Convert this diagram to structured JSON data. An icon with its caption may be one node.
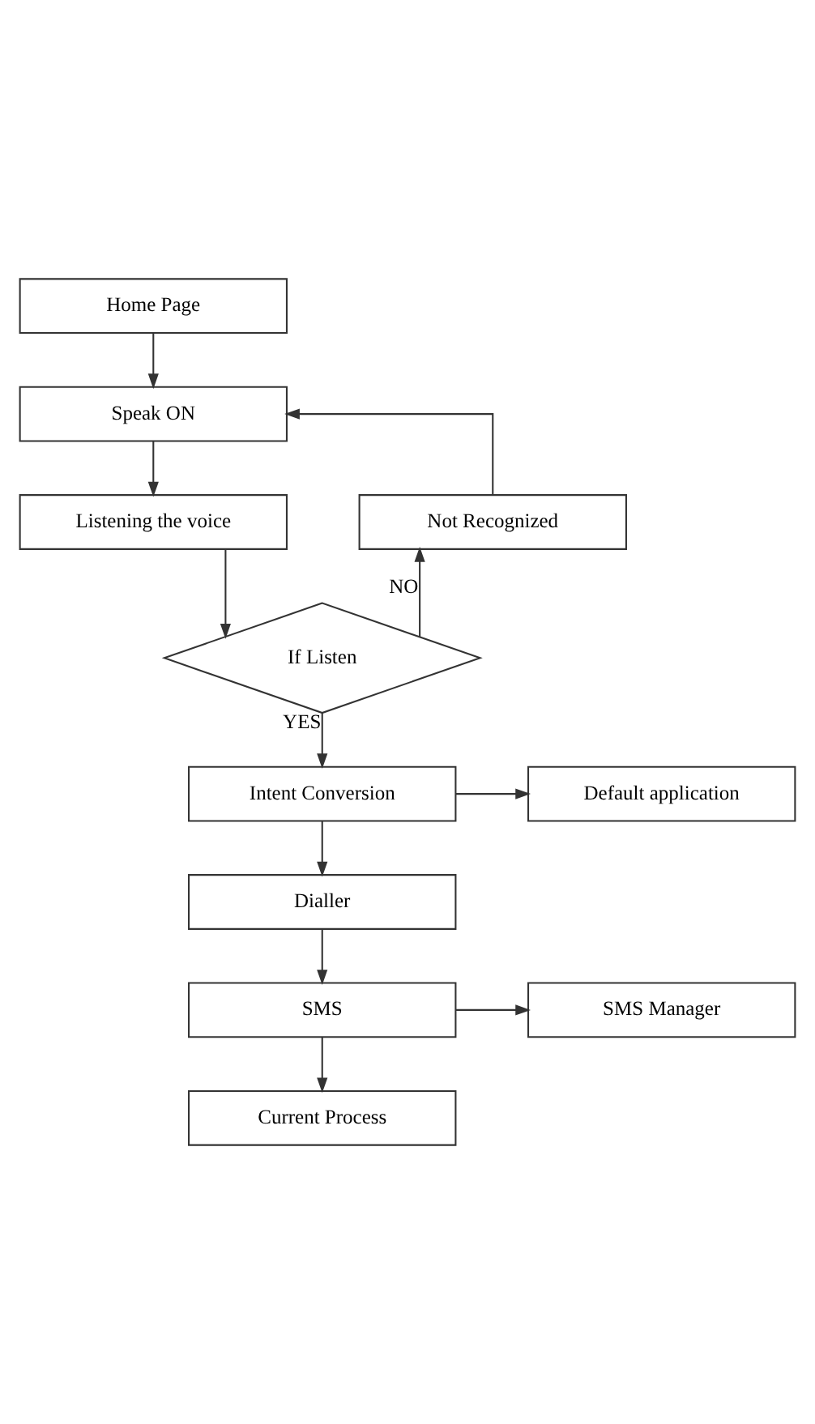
{
  "diagram": {
    "nodes": [
      {
        "text": [
          "Home Page"
        ]
      },
      {
        "text": [
          "Speak ON"
        ]
      },
      {
        "text": [
          "Listening the voice"
        ]
      },
      {
        "text": [
          "Not Recognized"
        ]
      },
      {
        "text": [
          "If Listen"
        ]
      },
      {
        "text": [
          "Intent Conversion"
        ]
      },
      {
        "text": [
          "Default application"
        ]
      },
      {
        "text": [
          "Dialler"
        ]
      },
      {
        "text": [
          "SMS"
        ]
      },
      {
        "text": [
          "SMS Manager"
        ]
      },
      {
        "text": [
          "Current Process"
        ]
      }
    ],
    "edges": [
      {
        "from": 0,
        "to": 1,
        "arrow": "to"
      },
      {
        "from": 1,
        "to": 2,
        "arrow": "to"
      },
      {
        "from": 2,
        "to": 4,
        "arrow": "to"
      },
      {
        "from": 4,
        "to": 3,
        "arrow": "to",
        "label": "NO"
      },
      {
        "from": 3,
        "to": 1,
        "arrow": "to"
      },
      {
        "from": 4,
        "to": 5,
        "arrow": "to",
        "label": "YES"
      },
      {
        "from": 5,
        "to": 6,
        "arrow": "to"
      },
      {
        "from": 5,
        "to": 7,
        "arrow": "to"
      },
      {
        "from": 7,
        "to": 8,
        "arrow": "to"
      },
      {
        "from": 8,
        "to": 9,
        "arrow": "to"
      },
      {
        "from": 8,
        "to": 10,
        "arrow": "to"
      }
    ]
  }
}
